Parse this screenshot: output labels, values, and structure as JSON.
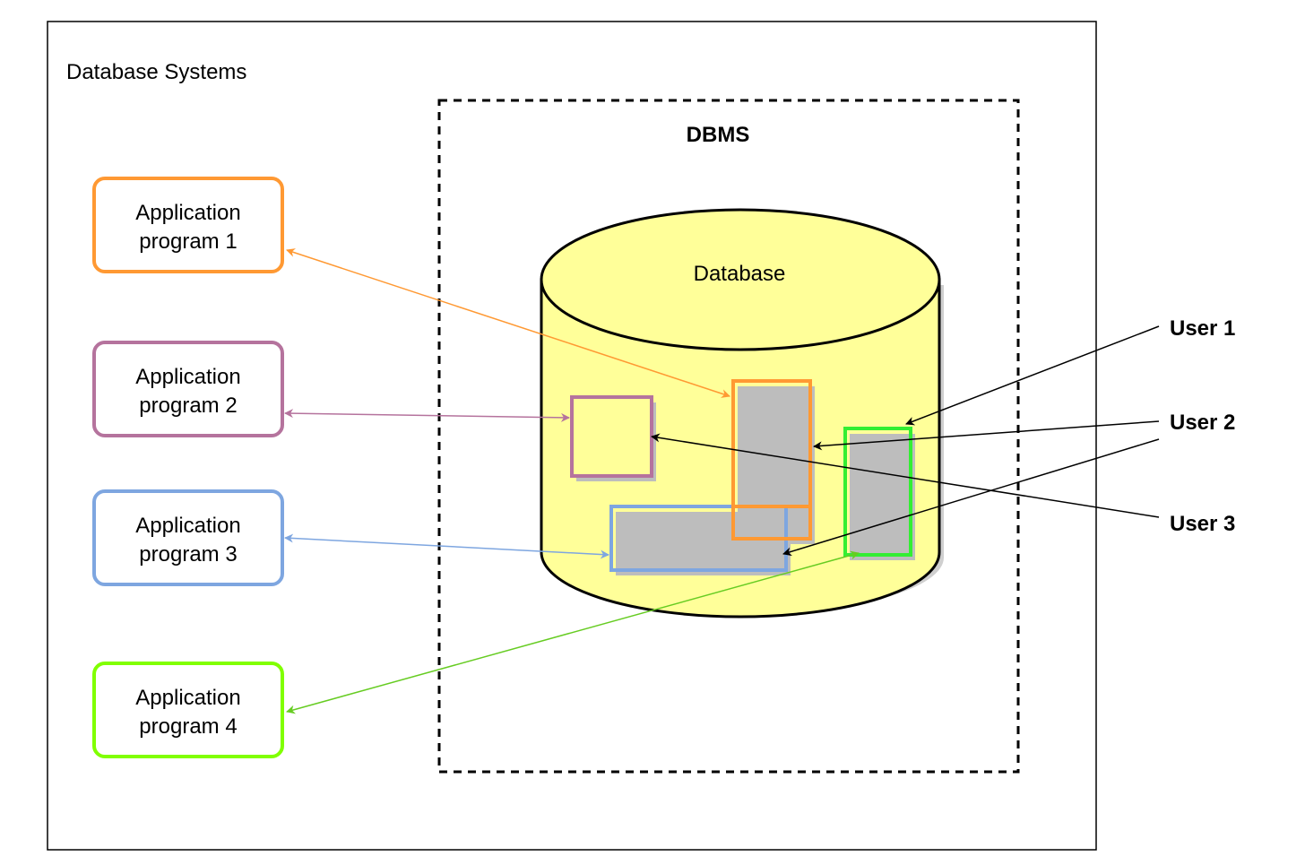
{
  "frame_title": "Database Systems",
  "dbms": {
    "title": "DBMS"
  },
  "database": {
    "label": "Database"
  },
  "programs": [
    {
      "line1": "Application",
      "line2": "program 1",
      "color": "#ff9933"
    },
    {
      "line1": "Application",
      "line2": "program 2",
      "color": "#b5739d"
    },
    {
      "line1": "Application",
      "line2": "program 3",
      "color": "#7ea6e0"
    },
    {
      "line1": "Application",
      "line2": "program 4",
      "color": "#80ff00"
    }
  ],
  "users": [
    {
      "label": "User 1"
    },
    {
      "label": "User 2"
    },
    {
      "label": "User 3"
    }
  ],
  "colors": {
    "cylinder_fill": "#ffff99",
    "view_orange": "#ff9933",
    "view_purple": "#b5739d",
    "view_blue": "#7ea6e0",
    "view_green": "#33ee33",
    "arrow_orange": "#ff9933",
    "arrow_purple": "#b5739d",
    "arrow_blue": "#7ea6e0",
    "arrow_green": "#66cc22"
  }
}
